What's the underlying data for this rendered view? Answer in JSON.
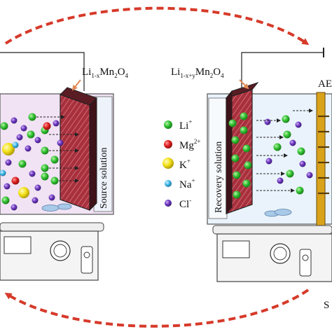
{
  "electrode_labels": {
    "left": {
      "base": "Li",
      "sub": "1-x",
      "mid": "Mn",
      "sub2": "2",
      "end": "O",
      "sub3": "4"
    },
    "right": {
      "base": "Li",
      "sub": "1-x+y",
      "mid": "Mn",
      "sub2": "2",
      "end": "O",
      "sub3": "4"
    }
  },
  "cells": {
    "left_label": "Source solution",
    "right_label": "Recovery solution",
    "membrane_label": "AE",
    "corner_letter": "S"
  },
  "legend": [
    {
      "name": "Li",
      "sup": "+",
      "color": "#2bbf2b"
    },
    {
      "name": "Mg",
      "sup": "2+",
      "color": "#d81e1e"
    },
    {
      "name": "K",
      "sup": "+",
      "color": "#f2e41a"
    },
    {
      "name": "Na",
      "sup": "+",
      "color": "#3fb6e6"
    },
    {
      "name": "Cl",
      "sup": "-",
      "color": "#6a33b8"
    }
  ],
  "colors": {
    "cycle_arrow": "#d63a2a",
    "electrode": "#b0303d",
    "electrode_edge": "#2a2a2a",
    "bath_fill": "#f3e6f6",
    "bath_fill_right": "#eaf3fb",
    "membrane": "#d9a21b",
    "label_arrow": "#e08a55"
  },
  "icons": {
    "stirrer": "magnetic-stirrer-icon",
    "stir_bar": "stir-bar-icon",
    "knob": "knob-icon"
  }
}
